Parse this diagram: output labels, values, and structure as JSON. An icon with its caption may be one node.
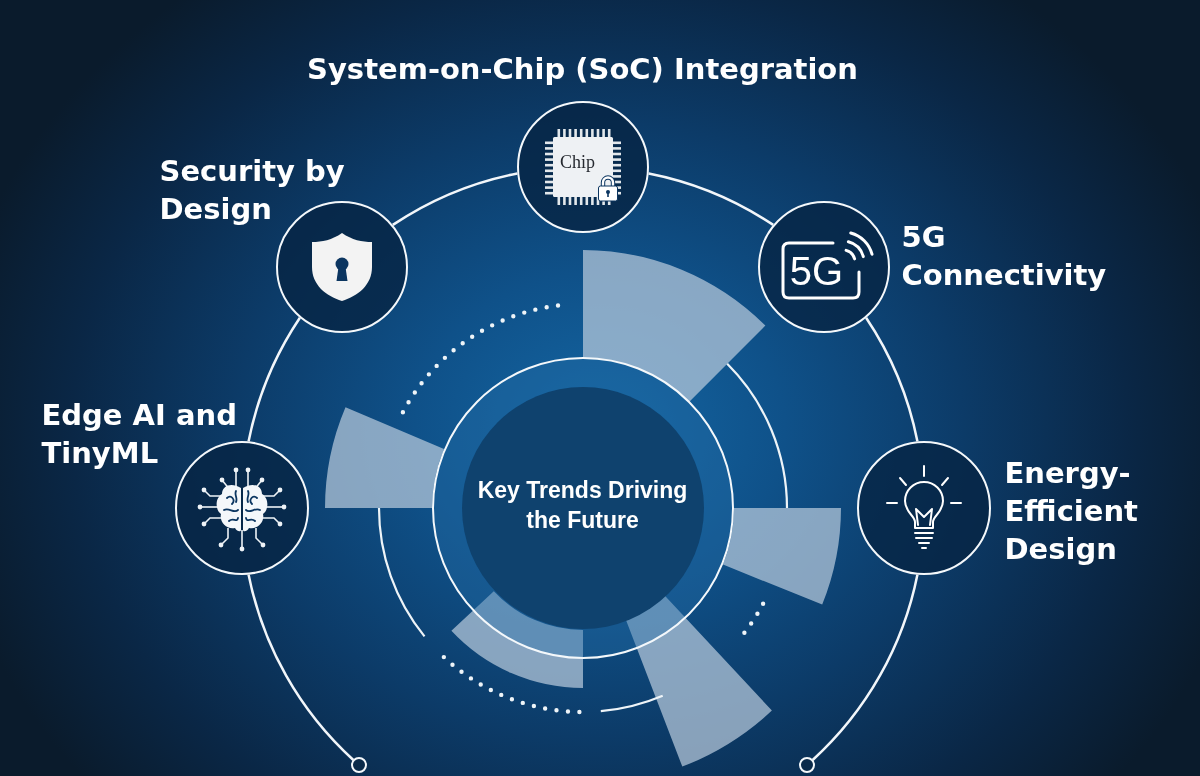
{
  "diagram": {
    "nodes": [
      {
        "text": [
          "System-on-Chip (SoC) Integration",
          "Chip"
        ]
      },
      {
        "text": [
          "Security by Design"
        ]
      },
      {
        "text": [
          "5G",
          "5G Connectivity"
        ]
      },
      {
        "text": [
          "Edge AI and TinyML"
        ]
      },
      {
        "text": [
          "Key Trends Driving the Future"
        ]
      },
      {
        "text": [
          "Energy-Efficient Design"
        ]
      },
      {
        "text": [],
        "shape": "circle"
      },
      {
        "text": [],
        "shape": "circle"
      }
    ],
    "edges": [
      {
        "from": 6,
        "to": 3,
        "arrow": "none"
      },
      {
        "from": 3,
        "to": 1,
        "arrow": "none"
      },
      {
        "from": 1,
        "to": 0,
        "arrow": "none"
      },
      {
        "from": 0,
        "to": 2,
        "arrow": "none"
      },
      {
        "from": 2,
        "to": 5,
        "arrow": "none"
      },
      {
        "from": 5,
        "to": 7,
        "arrow": "none"
      }
    ]
  }
}
